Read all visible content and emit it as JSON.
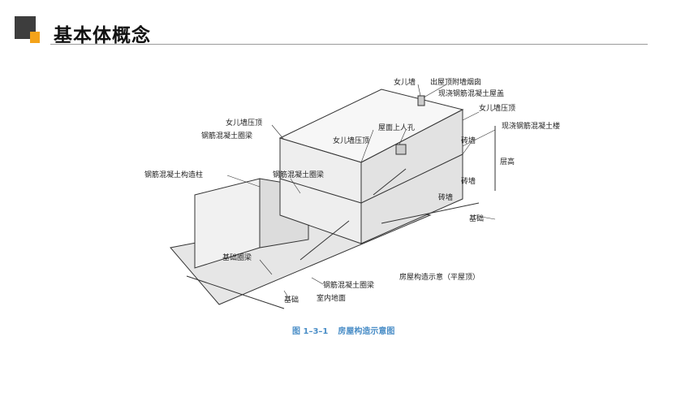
{
  "header": {
    "title": "基本体概念"
  },
  "figure": {
    "labels": {
      "nuer_wall_top": "女儿墙",
      "chimney": "出屋顶附墙烟囱",
      "roof_slab": "现浇钢筋混凝土屋盖",
      "parapet_coping_right": "女儿墙压顶",
      "floor_slab": "现浇钢筋混凝土楼盖",
      "parapet_coping_left": "女儿墙压顶",
      "ring_beam_top": "钢筋混凝土圈梁",
      "roof_hatch": "屋面上人孔",
      "parapet_coping_mid": "女儿墙压顶",
      "brick_wall_1": "砖墙",
      "brick_wall_2": "砖墙",
      "brick_wall_3": "砖墙",
      "column": "钢筋混凝土构造柱",
      "ring_beam_mid": "钢筋混凝土圈梁",
      "floor_height": "层高",
      "foundation_right": "基础",
      "foundation_ring_beam": "基础圈梁",
      "title_note": "房屋构造示意（平屋顶）",
      "ground_ring_beam": "钢筋混凝土圈梁",
      "foundation_left": "基础",
      "indoor_floor": "室内地面"
    },
    "caption": {
      "number": "图 1–3–1",
      "text": "房屋构造示意图"
    }
  }
}
